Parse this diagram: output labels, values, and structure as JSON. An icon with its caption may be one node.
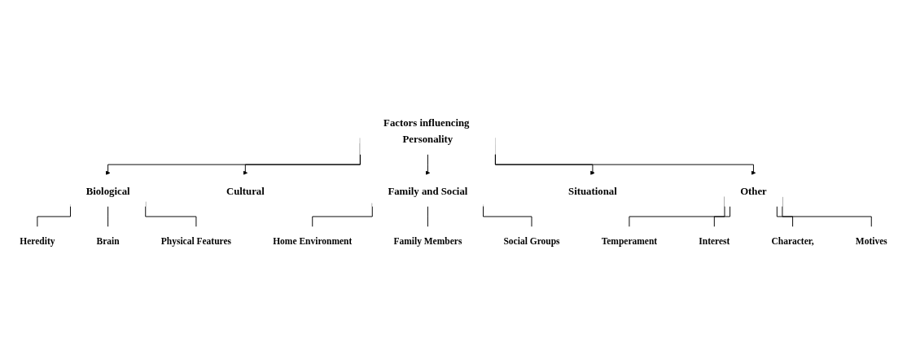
{
  "diagram": {
    "nodes": [
      {
        "text": [
          "Factors influencing Personality"
        ]
      },
      {
        "text": [
          "Biological"
        ]
      },
      {
        "text": [
          "Cultural"
        ]
      },
      {
        "text": [
          "Family and Social"
        ]
      },
      {
        "text": [
          "Situational"
        ]
      },
      {
        "text": [
          "Other"
        ]
      },
      {
        "text": [
          "Heredity"
        ]
      },
      {
        "text": [
          "Brain"
        ]
      },
      {
        "text": [
          "Physical Features"
        ]
      },
      {
        "text": [
          "Home Environment"
        ]
      },
      {
        "text": [
          "Family Members"
        ]
      },
      {
        "text": [
          "Social Groups"
        ]
      },
      {
        "text": [
          "Temperament"
        ]
      },
      {
        "text": [
          "Interest"
        ]
      },
      {
        "text": [
          "Character,"
        ]
      },
      {
        "text": [
          "Motives"
        ]
      }
    ],
    "edges": [
      {
        "from": 0,
        "to": 1,
        "arrow": "to"
      },
      {
        "from": 0,
        "to": 2,
        "arrow": "to"
      },
      {
        "from": 0,
        "to": 3,
        "arrow": "to"
      },
      {
        "from": 0,
        "to": 4,
        "arrow": "to"
      },
      {
        "from": 0,
        "to": 5,
        "arrow": "to"
      },
      {
        "from": 1,
        "to": 6,
        "arrow": "none"
      },
      {
        "from": 1,
        "to": 7,
        "arrow": "none"
      },
      {
        "from": 1,
        "to": 8,
        "arrow": "none"
      },
      {
        "from": 3,
        "to": 9,
        "arrow": "none"
      },
      {
        "from": 3,
        "to": 10,
        "arrow": "none"
      },
      {
        "from": 3,
        "to": 11,
        "arrow": "none"
      },
      {
        "from": 5,
        "to": 12,
        "arrow": "none"
      },
      {
        "from": 5,
        "to": 13,
        "arrow": "none"
      },
      {
        "from": 5,
        "to": 14,
        "arrow": "none"
      },
      {
        "from": 5,
        "to": 15,
        "arrow": "none"
      }
    ]
  }
}
